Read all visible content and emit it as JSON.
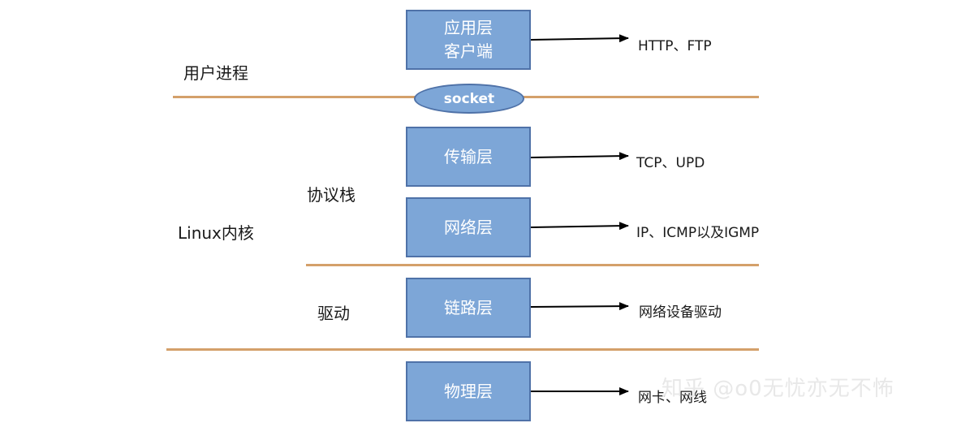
{
  "regions": {
    "user": "用户进程",
    "kernel": "Linux内核",
    "stack": "协议栈",
    "driver": "驱动"
  },
  "socket": "socket",
  "layers": [
    {
      "lines": [
        "应用层",
        "客户端"
      ],
      "target": "HTTP、FTP"
    },
    {
      "lines": [
        "传输层"
      ],
      "target": "TCP、UPD"
    },
    {
      "lines": [
        "网络层"
      ],
      "target": "IP、ICMP以及IGMP"
    },
    {
      "lines": [
        "链路层"
      ],
      "target": "网络设备驱动"
    },
    {
      "lines": [
        "物理层"
      ],
      "target": "网卡、网线"
    }
  ],
  "watermark": "知乎 @o0无忧亦无不怖",
  "colors": {
    "box_fill": "#7DA6D7",
    "box_border": "#4F72A8",
    "separator": "#D4A06A"
  }
}
